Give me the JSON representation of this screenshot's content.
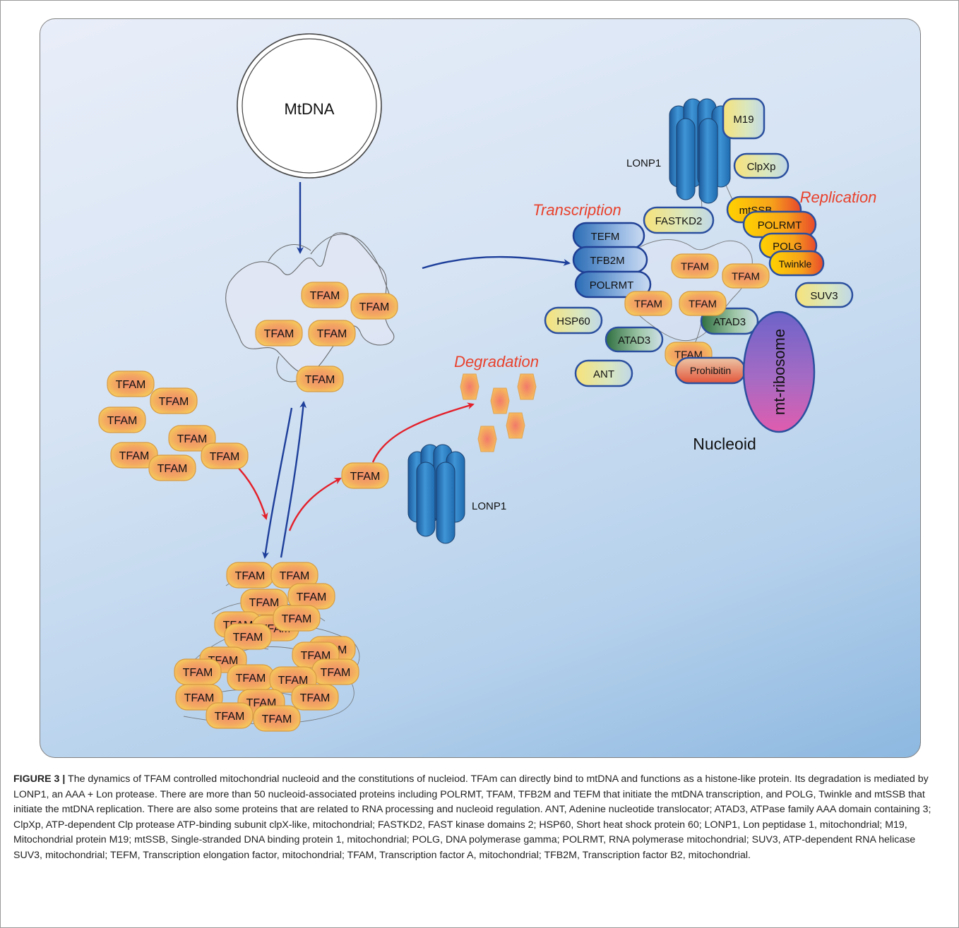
{
  "diagram": {
    "mtdna_label": "MtDNA",
    "tfam_label": "TFAM",
    "lonp1_label": "LONP1",
    "nucleoid_label": "Nucleoid",
    "headings": {
      "transcription": "Transcription",
      "replication": "Replication",
      "degradation": "Degradation"
    },
    "proteins": {
      "m19": "M19",
      "clpxp": "ClpXp",
      "fastkd2": "FASTKD2",
      "tefm": "TEFM",
      "tfb2m": "TFB2M",
      "polrmt": "POLRMT",
      "mtssb": "mtSSB",
      "polg": "POLG",
      "twinkle": "Twinkle",
      "suv3": "SUV3",
      "hsp60": "HSP60",
      "atad3": "ATAD3",
      "ant": "ANT",
      "prohibitin": "Prohibitin",
      "mt_ribosome": "mt-ribosome"
    },
    "colors": {
      "tfam_fill": "#f2b35c",
      "lonp1_blue": "#2f7fc1",
      "arrow_blue": "#1d3e9a",
      "arrow_red": "#e3202a",
      "heading_red": "#e8412c"
    }
  },
  "caption": {
    "label": "FIGURE 3 |",
    "text": "The dynamics of TFAM controlled mitochondrial nucleoid and the constitutions of nucleiod. TFAm can directly bind to mtDNA and functions as a histone-like protein. Its degradation is mediated by LONP1, an AAA + Lon protease. There are more than 50 nucleoid-associated proteins including POLRMT, TFAM, TFB2M and TEFM that initiate the mtDNA transcription, and POLG, Twinkle and mtSSB that initiate the mtDNA replication. There are also some proteins that are related to RNA processing and nucleoid regulation. ANT, Adenine nucleotide translocator; ATAD3, ATPase family AAA domain containing 3; ClpXp, ATP-dependent Clp protease ATP-binding subunit clpX-like, mitochondrial; FASTKD2, FAST kinase domains 2; HSP60, Short heat shock protein 60; LONP1, Lon peptidase 1, mitochondrial; M19, Mitochondrial protein M19; mtSSB, Single-stranded DNA binding protein 1, mitochondrial; POLG, DNA polymerase gamma; POLRMT, RNA polymerase mitochondrial; SUV3, ATP-dependent RNA helicase SUV3, mitochondrial; TEFM, Transcription elongation factor, mitochondrial; TFAM, Transcription factor A, mitochondrial; TFB2M, Transcription factor B2, mitochondrial."
  }
}
